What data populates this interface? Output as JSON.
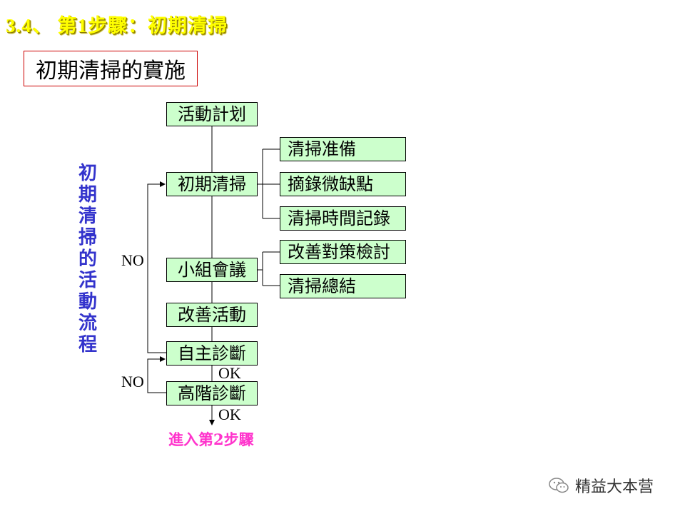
{
  "title": "3.4、 第1步驟：初期清掃",
  "subtitle": "初期清掃的實施",
  "flow_label": "初期清掃的活動流程",
  "main_steps": [
    "活動計划",
    "初期清掃",
    "小組會議",
    "改善活動",
    "自主診斷",
    "高階診斷"
  ],
  "cleaning_substeps": [
    "清掃准備",
    "摘錄微缺點",
    "清掃時間記錄"
  ],
  "meeting_substeps": [
    "改善對策檢討",
    "清掃總結"
  ],
  "labels": {
    "no_1": "NO",
    "no_2": "NO",
    "ok_1": "OK",
    "ok_2": "OK"
  },
  "next_step": "進入第2步驟",
  "watermark": {
    "icon": "wechat-icon",
    "text": "精益大本营"
  },
  "colors": {
    "title": "#ffff00",
    "node_fill": "#ccffcc",
    "flow_label": "#3333cc",
    "next_step": "#ff33cc",
    "subtitle_border": "#cc0000"
  }
}
